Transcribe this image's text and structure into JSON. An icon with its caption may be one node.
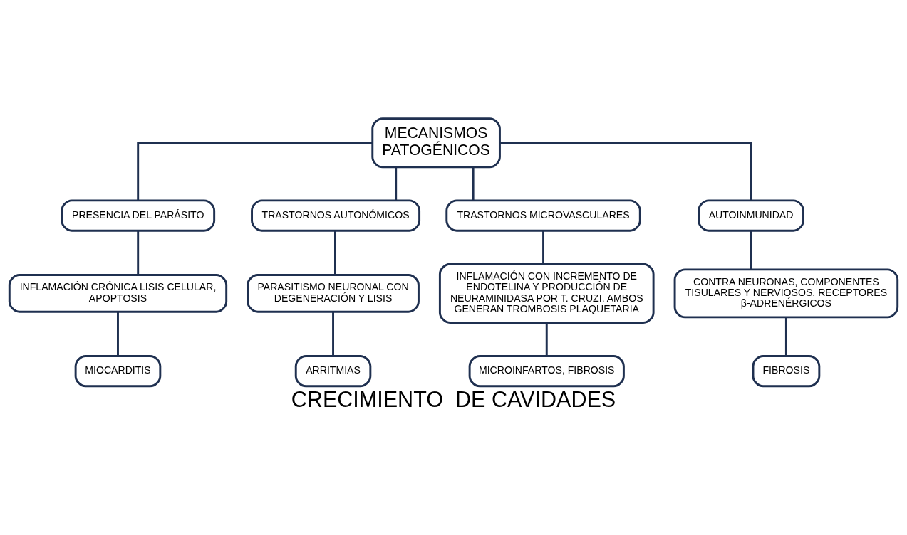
{
  "diagram": {
    "caption": "CRECIMIENTO  DE CAVIDADES",
    "nodes": [
      {
        "text": [
          "MECANISMOS PATOGÉNICOS"
        ]
      },
      {
        "text": [
          "PRESENCIA DEL PARÁSITO"
        ]
      },
      {
        "text": [
          "TRASTORNOS AUTONÓMICOS"
        ]
      },
      {
        "text": [
          "TRASTORNOS MICROVASCULARES"
        ]
      },
      {
        "text": [
          "AUTOINMUNIDAD"
        ]
      },
      {
        "text": [
          "INFLAMACIÓN CRÓNICA LISIS CELULAR, APOPTOSIS"
        ]
      },
      {
        "text": [
          "PARASITISMO NEURONAL CON DEGENERACIÓN Y LISIS"
        ]
      },
      {
        "text": [
          "INFLAMACIÓN CON INCREMENTO DE ENDOTELINA Y PRODUCCIÓN DE NEURAMINIDASA POR T. CRUZI. AMBOS GENERAN TROMBOSIS PLAQUETARIA"
        ]
      },
      {
        "text": [
          "CONTRA NEURONAS, COMPONENTES TISULARES Y NERVIOSOS, RECEPTORES β-ADRENÉRGICOS"
        ]
      },
      {
        "text": [
          "MIOCARDITIS"
        ]
      },
      {
        "text": [
          "ARRITMIAS"
        ]
      },
      {
        "text": [
          "MICROINFARTOS, FIBROSIS"
        ]
      },
      {
        "text": [
          "FIBROSIS"
        ]
      }
    ],
    "edges": [
      {
        "from": 0,
        "to": 1,
        "arrow": "none"
      },
      {
        "from": 0,
        "to": 2,
        "arrow": "none"
      },
      {
        "from": 0,
        "to": 3,
        "arrow": "none"
      },
      {
        "from": 0,
        "to": 4,
        "arrow": "none"
      },
      {
        "from": 1,
        "to": 5,
        "arrow": "none"
      },
      {
        "from": 2,
        "to": 6,
        "arrow": "none"
      },
      {
        "from": 3,
        "to": 7,
        "arrow": "none"
      },
      {
        "from": 4,
        "to": 8,
        "arrow": "none"
      },
      {
        "from": 5,
        "to": 9,
        "arrow": "none"
      },
      {
        "from": 6,
        "to": 10,
        "arrow": "none"
      },
      {
        "from": 7,
        "to": 11,
        "arrow": "none"
      },
      {
        "from": 8,
        "to": 12,
        "arrow": "none"
      }
    ]
  }
}
